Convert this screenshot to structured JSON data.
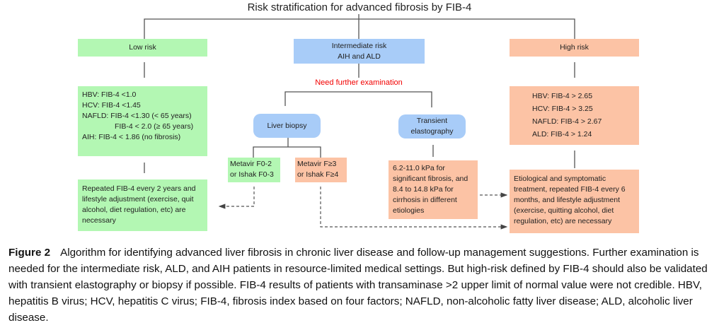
{
  "title": "Risk stratification for advanced fibrosis by FIB-4",
  "low_risk": {
    "label": "Low risk",
    "criteria": [
      "HBV: FIB-4 <1.0",
      "HCV: FIB-4 <1.45",
      "NAFLD: FIB-4 <1.30 (< 65 years)",
      "FIB-4 < 2.0  (≥ 65 years)",
      "AIH: FIB-4 < 1.86 (no fibrosis)"
    ],
    "action": "Repeated FIB-4 every 2 years and lifestyle adjustment (exercise, quit alcohol, diet regulation, etc) are necessary"
  },
  "intermediate": {
    "label_line1": "Intermediate risk",
    "label_line2": "AIH and ALD",
    "note": "Need further examination",
    "biopsy": {
      "label": "Liver biopsy",
      "low": [
        "Metavir F0-2",
        "or Ishak F0-3"
      ],
      "high": [
        "Metavir F≥3",
        "or Ishak F≥4"
      ]
    },
    "elastography": {
      "label_line1": "Transient",
      "label_line2": "elastography",
      "result": "6.2-11.0 kPa for significant fibrosis, and 8.4 to 14.8 kPa for cirrhosis in different etiologies"
    }
  },
  "high_risk": {
    "label": "High risk",
    "criteria": [
      "HBV: FIB-4 > 2.65",
      "HCV: FIB-4 > 3.25",
      "NAFLD: FIB-4 > 2.67",
      "ALD: FIB-4 > 1.24"
    ],
    "action": "Etiological and symptomatic treatment, repeated FIB-4 every 6 months, and lifestyle adjustment (exercise, quitting alcohol, diet regulation, etc) are necessary"
  },
  "caption": {
    "label": "Figure 2",
    "text": "Algorithm for identifying advanced liver fibrosis in chronic liver disease and follow-up management suggestions. Further examination is needed for the intermediate risk, ALD, and AIH patients in resource-limited medical settings. But high-risk defined by FIB-4 should also be validated with transient elastography or biopsy if possible. FIB-4 results of patients with transaminase >2 upper limit of normal value were not credible. HBV, hepatitis B virus; HCV, hepatitis C virus; FIB-4, fibrosis index based on four factors; NAFLD, non-alcoholic fatty liver disease; ALD, alcoholic liver disease."
  },
  "colors": {
    "low": "#b3f7b3",
    "intermediate": "#a8ccf8",
    "high": "#fcc3a5",
    "note": "#f20000"
  }
}
